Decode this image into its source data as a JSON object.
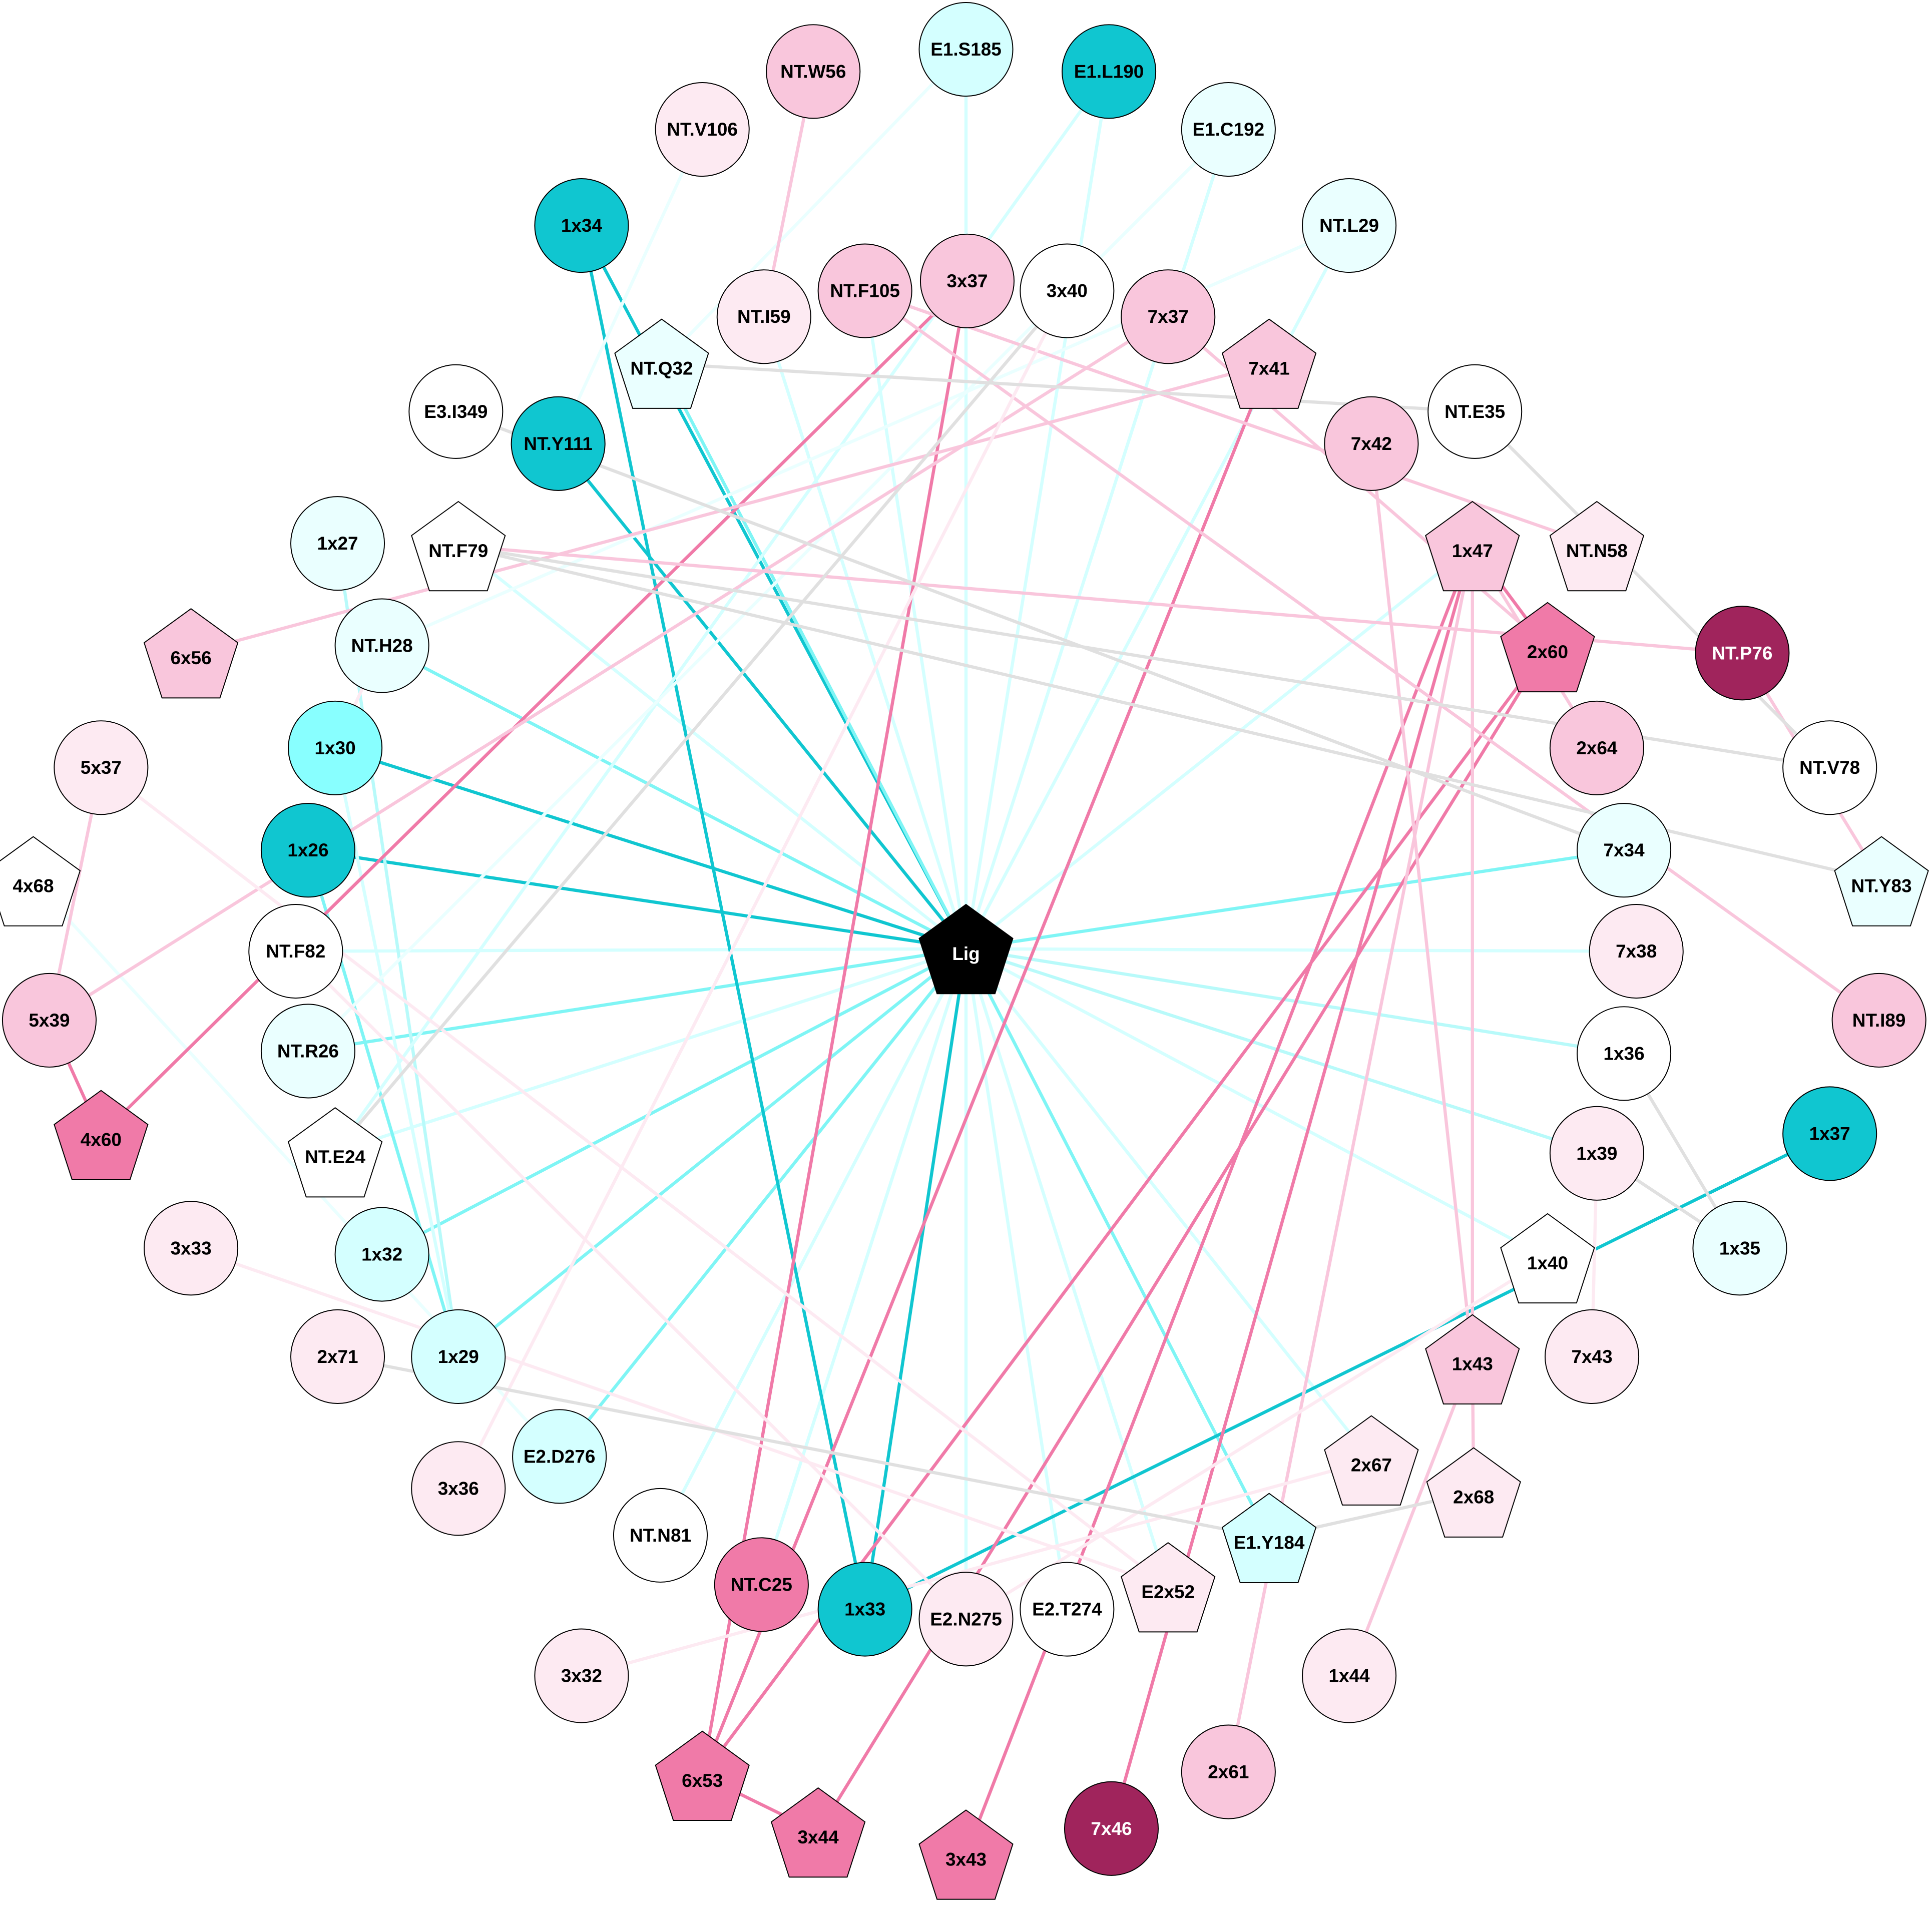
{
  "diagram": {
    "center": "Lig",
    "nodes": [
      {
        "label": "Lig",
        "shape": "pentagon",
        "fill": "#000000",
        "text": "#ffffff"
      },
      {
        "label": "E1.S185",
        "shape": "circle",
        "fill": "#d4ffff"
      },
      {
        "label": "NT.W56",
        "shape": "circle",
        "fill": "#f9c6dc"
      },
      {
        "label": "E1.L190",
        "shape": "circle",
        "fill": "#10c6d0"
      },
      {
        "label": "NT.V106",
        "shape": "circle",
        "fill": "#fdeaf2"
      },
      {
        "label": "E1.C192",
        "shape": "circle",
        "fill": "#eaffff"
      },
      {
        "label": "1x34",
        "shape": "circle",
        "fill": "#10c6d0"
      },
      {
        "label": "NT.L29",
        "shape": "circle",
        "fill": "#eaffff"
      },
      {
        "label": "NT.I59",
        "shape": "circle",
        "fill": "#fdeaf2"
      },
      {
        "label": "NT.F105",
        "shape": "circle",
        "fill": "#f9c6dc"
      },
      {
        "label": "3x37",
        "shape": "circle",
        "fill": "#f9c6dc"
      },
      {
        "label": "3x40",
        "shape": "circle",
        "fill": "#ffffff"
      },
      {
        "label": "7x37",
        "shape": "circle",
        "fill": "#f9c6dc"
      },
      {
        "label": "NT.Q32",
        "shape": "pentagon",
        "fill": "#eaffff"
      },
      {
        "label": "7x41",
        "shape": "pentagon",
        "fill": "#f9c6dc"
      },
      {
        "label": "E3.I349",
        "shape": "circle",
        "fill": "#ffffff"
      },
      {
        "label": "NT.Y111",
        "shape": "circle",
        "fill": "#10c6d0"
      },
      {
        "label": "NT.E35",
        "shape": "circle",
        "fill": "#ffffff"
      },
      {
        "label": "7x42",
        "shape": "circle",
        "fill": "#f9c6dc"
      },
      {
        "label": "1x27",
        "shape": "circle",
        "fill": "#eaffff"
      },
      {
        "label": "NT.F79",
        "shape": "pentagon",
        "fill": "#ffffff"
      },
      {
        "label": "1x47",
        "shape": "pentagon",
        "fill": "#f9c6dc"
      },
      {
        "label": "NT.N58",
        "shape": "pentagon",
        "fill": "#fdeaf2"
      },
      {
        "label": "6x56",
        "shape": "pentagon",
        "fill": "#f9c6dc"
      },
      {
        "label": "NT.H28",
        "shape": "circle",
        "fill": "#eaffff"
      },
      {
        "label": "2x60",
        "shape": "pentagon",
        "fill": "#f07aa8"
      },
      {
        "label": "NT.P76",
        "shape": "circle",
        "fill": "#a0245c",
        "text": "#ffffff"
      },
      {
        "label": "1x30",
        "shape": "circle",
        "fill": "#88ffff"
      },
      {
        "label": "5x37",
        "shape": "circle",
        "fill": "#fdeaf2"
      },
      {
        "label": "2x64",
        "shape": "circle",
        "fill": "#f9c6dc"
      },
      {
        "label": "NT.V78",
        "shape": "circle",
        "fill": "#ffffff"
      },
      {
        "label": "1x26",
        "shape": "circle",
        "fill": "#10c6d0"
      },
      {
        "label": "7x34",
        "shape": "circle",
        "fill": "#eaffff"
      },
      {
        "label": "4x68",
        "shape": "pentagon",
        "fill": "#ffffff"
      },
      {
        "label": "NT.Y83",
        "shape": "pentagon",
        "fill": "#eaffff"
      },
      {
        "label": "NT.F82",
        "shape": "circle",
        "fill": "#ffffff"
      },
      {
        "label": "7x38",
        "shape": "circle",
        "fill": "#fdeaf2"
      },
      {
        "label": "5x39",
        "shape": "circle",
        "fill": "#f9c6dc"
      },
      {
        "label": "NT.R26",
        "shape": "circle",
        "fill": "#eaffff"
      },
      {
        "label": "NT.I89",
        "shape": "circle",
        "fill": "#f9c6dc"
      },
      {
        "label": "1x36",
        "shape": "circle",
        "fill": "#ffffff"
      },
      {
        "label": "4x60",
        "shape": "pentagon",
        "fill": "#f07aa8"
      },
      {
        "label": "NT.E24",
        "shape": "pentagon",
        "fill": "#ffffff"
      },
      {
        "label": "1x37",
        "shape": "circle",
        "fill": "#10c6d0"
      },
      {
        "label": "1x39",
        "shape": "circle",
        "fill": "#fdeaf2"
      },
      {
        "label": "3x33",
        "shape": "circle",
        "fill": "#fdeaf2"
      },
      {
        "label": "1x32",
        "shape": "circle",
        "fill": "#d4ffff"
      },
      {
        "label": "1x35",
        "shape": "circle",
        "fill": "#eaffff"
      },
      {
        "label": "1x40",
        "shape": "pentagon",
        "fill": "#ffffff"
      },
      {
        "label": "2x71",
        "shape": "circle",
        "fill": "#fdeaf2"
      },
      {
        "label": "1x29",
        "shape": "circle",
        "fill": "#d4ffff"
      },
      {
        "label": "1x43",
        "shape": "pentagon",
        "fill": "#f9c6dc"
      },
      {
        "label": "7x43",
        "shape": "circle",
        "fill": "#fdeaf2"
      },
      {
        "label": "E2.D276",
        "shape": "circle",
        "fill": "#d4ffff"
      },
      {
        "label": "2x67",
        "shape": "pentagon",
        "fill": "#fdeaf2"
      },
      {
        "label": "3x36",
        "shape": "circle",
        "fill": "#fdeaf2"
      },
      {
        "label": "2x68",
        "shape": "pentagon",
        "fill": "#fdeaf2"
      },
      {
        "label": "NT.N81",
        "shape": "circle",
        "fill": "#ffffff"
      },
      {
        "label": "E1.Y184",
        "shape": "pentagon",
        "fill": "#d4ffff"
      },
      {
        "label": "NT.C25",
        "shape": "circle",
        "fill": "#f07aa8"
      },
      {
        "label": "1x33",
        "shape": "circle",
        "fill": "#10c6d0"
      },
      {
        "label": "E2.N275",
        "shape": "circle",
        "fill": "#fdeaf2"
      },
      {
        "label": "E2.T274",
        "shape": "circle",
        "fill": "#ffffff"
      },
      {
        "label": "E2x52",
        "shape": "pentagon",
        "fill": "#fdeaf2"
      },
      {
        "label": "3x32",
        "shape": "circle",
        "fill": "#fdeaf2"
      },
      {
        "label": "1x44",
        "shape": "circle",
        "fill": "#fdeaf2"
      },
      {
        "label": "6x53",
        "shape": "pentagon",
        "fill": "#f07aa8"
      },
      {
        "label": "2x61",
        "shape": "circle",
        "fill": "#f9c6dc"
      },
      {
        "label": "3x44",
        "shape": "pentagon",
        "fill": "#f07aa8"
      },
      {
        "label": "7x46",
        "shape": "circle",
        "fill": "#a0245c",
        "text": "#ffffff"
      },
      {
        "label": "3x43",
        "shape": "pentagon",
        "fill": "#f07aa8"
      }
    ],
    "edges": [
      {
        "s": "Lig",
        "t": "1x34",
        "color": "#10c6d0"
      },
      {
        "s": "Lig",
        "t": "NT.Y111",
        "color": "#10c6d0"
      },
      {
        "s": "Lig",
        "t": "1x26",
        "color": "#10c6d0"
      },
      {
        "s": "Lig",
        "t": "1x30",
        "color": "#10c6d0"
      },
      {
        "s": "Lig",
        "t": "1x33",
        "color": "#10c6d0"
      },
      {
        "s": "Lig",
        "t": "NT.Q32",
        "color": "#7ff5f5"
      },
      {
        "s": "Lig",
        "t": "NT.H28",
        "color": "#7ff5f5"
      },
      {
        "s": "Lig",
        "t": "7x34",
        "color": "#7ff5f5"
      },
      {
        "s": "Lig",
        "t": "NT.R26",
        "color": "#7ff5f5"
      },
      {
        "s": "Lig",
        "t": "1x32",
        "color": "#7ff5f5"
      },
      {
        "s": "Lig",
        "t": "1x29",
        "color": "#7ff5f5"
      },
      {
        "s": "Lig",
        "t": "E2.D276",
        "color": "#7ff5f5"
      },
      {
        "s": "Lig",
        "t": "E1.Y184",
        "color": "#7ff5f5"
      },
      {
        "s": "Lig",
        "t": "E1.S185",
        "color": "#d4ffff"
      },
      {
        "s": "Lig",
        "t": "E1.L190",
        "color": "#d4ffff"
      },
      {
        "s": "Lig",
        "t": "E1.C192",
        "color": "#d4ffff"
      },
      {
        "s": "Lig",
        "t": "NT.L29",
        "color": "#d4ffff"
      },
      {
        "s": "Lig",
        "t": "NT.F79",
        "color": "#d4ffff"
      },
      {
        "s": "Lig",
        "t": "NT.F82",
        "color": "#d4ffff"
      },
      {
        "s": "Lig",
        "t": "NT.E24",
        "color": "#d4ffff"
      },
      {
        "s": "Lig",
        "t": "NT.N81",
        "color": "#d4ffff"
      },
      {
        "s": "Lig",
        "t": "E2.N275",
        "color": "#d4ffff"
      },
      {
        "s": "Lig",
        "t": "E2.T274",
        "color": "#d4ffff"
      },
      {
        "s": "Lig",
        "t": "E2x52",
        "color": "#d4ffff"
      },
      {
        "s": "Lig",
        "t": "1x40",
        "color": "#d4ffff"
      },
      {
        "s": "Lig",
        "t": "1x39",
        "color": "#b8fafa"
      },
      {
        "s": "Lig",
        "t": "1x36",
        "color": "#b8fafa"
      },
      {
        "s": "Lig",
        "t": "7x38",
        "color": "#d4ffff"
      },
      {
        "s": "Lig",
        "t": "2x67",
        "color": "#d4ffff"
      },
      {
        "s": "Lig",
        "t": "NT.I59",
        "color": "#d4ffff"
      },
      {
        "s": "Lig",
        "t": "NT.F105",
        "color": "#d4ffff"
      },
      {
        "s": "Lig",
        "t": "1x47",
        "color": "#d4ffff"
      },
      {
        "s": "Lig",
        "t": "NT.C25",
        "color": "#d4ffff"
      },
      {
        "s": "1x34",
        "t": "1x33",
        "color": "#10c6d0"
      },
      {
        "s": "1x37",
        "t": "1x33",
        "color": "#10c6d0"
      },
      {
        "s": "1x27",
        "t": "1x29",
        "color": "#b8fafa"
      },
      {
        "s": "1x26",
        "t": "1x29",
        "color": "#7ff5f5"
      },
      {
        "s": "1x30",
        "t": "1x29",
        "color": "#d4ffff"
      },
      {
        "s": "NT.V106",
        "t": "NT.Y111",
        "color": "#eaffff"
      },
      {
        "s": "E1.L190",
        "t": "NT.E24",
        "color": "#d4ffff"
      },
      {
        "s": "E1.S185",
        "t": "NT.Q32",
        "color": "#eaffff"
      },
      {
        "s": "E1.C192",
        "t": "NT.R26",
        "color": "#eaffff"
      },
      {
        "s": "NT.L29",
        "t": "NT.H28",
        "color": "#eaffff"
      },
      {
        "s": "4x68",
        "t": "E2.D276",
        "color": "#eaffff"
      },
      {
        "s": "NT.W56",
        "t": "NT.I59",
        "color": "#f9c6dc"
      },
      {
        "s": "3x37",
        "t": "4x60",
        "color": "#f07aa8"
      },
      {
        "s": "3x37",
        "t": "6x53",
        "color": "#f07aa8"
      },
      {
        "s": "7x41",
        "t": "6x53",
        "color": "#f07aa8"
      },
      {
        "s": "7x41",
        "t": "6x56",
        "color": "#f9c6dc"
      },
      {
        "s": "2x60",
        "t": "6x53",
        "color": "#f07aa8"
      },
      {
        "s": "2x60",
        "t": "3x44",
        "color": "#f07aa8"
      },
      {
        "s": "1x47",
        "t": "2x60",
        "color": "#f07aa8"
      },
      {
        "s": "1x47",
        "t": "7x46",
        "color": "#f07aa8"
      },
      {
        "s": "1x47",
        "t": "3x43",
        "color": "#f07aa8"
      },
      {
        "s": "1x47",
        "t": "1x43",
        "color": "#f9c6dc"
      },
      {
        "s": "1x47",
        "t": "2x61",
        "color": "#f9c6dc"
      },
      {
        "s": "1x47",
        "t": "2x64",
        "color": "#f9c6dc"
      },
      {
        "s": "7x42",
        "t": "1x43",
        "color": "#f9c6dc"
      },
      {
        "s": "6x53",
        "t": "3x44",
        "color": "#f07aa8"
      },
      {
        "s": "5x39",
        "t": "4x60",
        "color": "#f07aa8"
      },
      {
        "s": "5x37",
        "t": "5x39",
        "color": "#f9c6dc"
      },
      {
        "s": "7x37",
        "t": "5x39",
        "color": "#f9c6dc"
      },
      {
        "s": "7x37",
        "t": "2x60",
        "color": "#f9c6dc"
      },
      {
        "s": "NT.F79",
        "t": "NT.P76",
        "color": "#f9c6dc"
      },
      {
        "s": "NT.F105",
        "t": "NT.N58",
        "color": "#f9c6dc"
      },
      {
        "s": "NT.F105",
        "t": "NT.I89",
        "color": "#f9c6dc"
      },
      {
        "s": "NT.P76",
        "t": "NT.Y83",
        "color": "#f9c6dc"
      },
      {
        "s": "1x43",
        "t": "1x44",
        "color": "#f9c6dc"
      },
      {
        "s": "1x43",
        "t": "2x68",
        "color": "#f9c6dc"
      },
      {
        "s": "7x43",
        "t": "1x39",
        "color": "#fdeaf2"
      },
      {
        "s": "5x37",
        "t": "E2x52",
        "color": "#fdeaf2"
      },
      {
        "s": "3x33",
        "t": "E2x52",
        "color": "#fdeaf2"
      },
      {
        "s": "3x32",
        "t": "2x67",
        "color": "#fdeaf2"
      },
      {
        "s": "3x36",
        "t": "3x40",
        "color": "#fdeaf2"
      },
      {
        "s": "NT.H28",
        "t": "1x30",
        "color": "#fdeaf2"
      },
      {
        "s": "NT.F82",
        "t": "E2.N275",
        "color": "#fdeaf2"
      },
      {
        "s": "1x40",
        "t": "E2.N275",
        "color": "#fdeaf2"
      },
      {
        "s": "NT.Q32",
        "t": "NT.E35",
        "color": "#e0e0e0"
      },
      {
        "s": "NT.E35",
        "t": "NT.V78",
        "color": "#e0e0e0"
      },
      {
        "s": "NT.F79",
        "t": "NT.V78",
        "color": "#e0e0e0"
      },
      {
        "s": "NT.F79",
        "t": "NT.Y83",
        "color": "#e0e0e0"
      },
      {
        "s": "E3.I349",
        "t": "7x34",
        "color": "#e0e0e0"
      },
      {
        "s": "3x40",
        "t": "NT.E24",
        "color": "#e0e0e0"
      },
      {
        "s": "1x36",
        "t": "1x35",
        "color": "#e0e0e0"
      },
      {
        "s": "1x39",
        "t": "1x35",
        "color": "#e0e0e0"
      },
      {
        "s": "2x71",
        "t": "E1.Y184",
        "color": "#e0e0e0"
      },
      {
        "s": "E1.Y184",
        "t": "2x68",
        "color": "#e0e0e0"
      }
    ]
  }
}
